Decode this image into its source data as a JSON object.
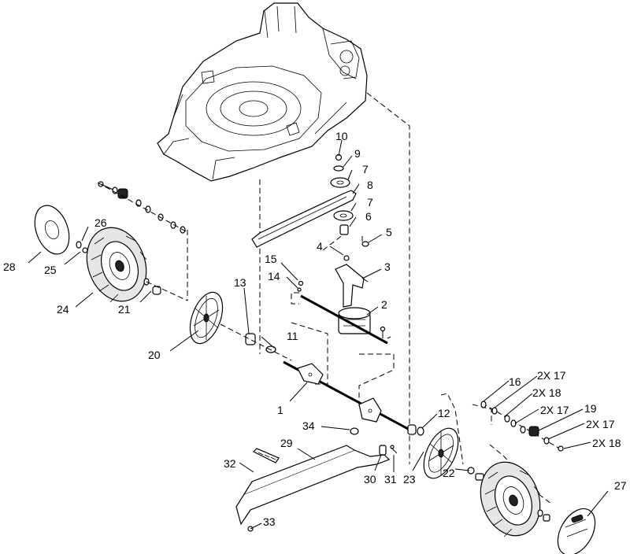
{
  "diagram": {
    "callouts": [
      "1",
      "2",
      "3",
      "4",
      "5",
      "6",
      "7",
      "7",
      "8",
      "9",
      "10",
      "11",
      "12",
      "13",
      "14",
      "15",
      "16",
      "2X 17",
      "2X 17",
      "2X 17",
      "2X 18",
      "2X 18",
      "19",
      "20",
      "21",
      "22",
      "23",
      "24",
      "25",
      "26",
      "27",
      "28",
      "29",
      "30",
      "31",
      "32",
      "33",
      "34"
    ]
  }
}
